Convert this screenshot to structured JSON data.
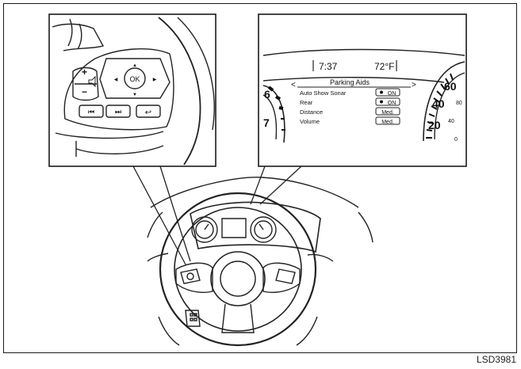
{
  "figure_code": "LSD3981",
  "switch_panel": {
    "plus": "+",
    "minus": "−",
    "ok": "OK",
    "up": "▲",
    "down": "▼",
    "left": "◀",
    "right": "▶",
    "prev_track": "⏮",
    "next_track": "⏭",
    "back": "↩"
  },
  "display": {
    "clock": "7:37",
    "temperature": "72°F",
    "menu_title": "Parking Aids",
    "nav_left": "<",
    "nav_right": ">",
    "items": [
      {
        "label": "Auto Show Sonar",
        "value": "ON",
        "toggle": true
      },
      {
        "label": "Rear",
        "value": "ON",
        "toggle": true
      },
      {
        "label": "Distance",
        "value": "Med.",
        "toggle": false
      },
      {
        "label": "Volume",
        "value": "Med.",
        "toggle": false
      }
    ],
    "tach_6": "6",
    "tach_7": "7",
    "speed_20": "20",
    "speed_40": "40",
    "speed_60": "60",
    "speed_80": "80",
    "speed_40b": "40",
    "speed_0": "0"
  }
}
